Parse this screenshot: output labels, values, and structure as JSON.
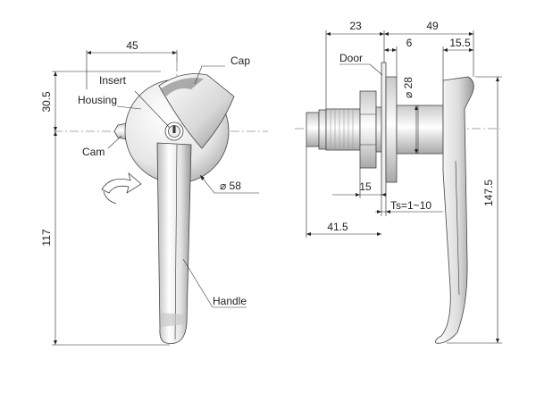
{
  "labels": {
    "cap": "Cap",
    "insert": "Insert",
    "housing": "Housing",
    "cam": "Cam",
    "handle": "Handle",
    "door": "Door"
  },
  "dimensions": {
    "front_width": "45",
    "front_top": "30.5",
    "front_height": "117",
    "housing_dia": "⌀ 58",
    "side_23": "23",
    "side_49": "49",
    "side_6": "6",
    "side_15_5": "15.5",
    "bore_dia": "⌀ 28",
    "side_15": "15",
    "panel_thickness": "Ts=1~10",
    "side_41_5": "41.5",
    "side_height": "147.5"
  },
  "colors": {
    "metal_light": "#f4f4f4",
    "metal_mid": "#d6d6d6",
    "metal_dark": "#9a9a9a",
    "line": "#222222"
  },
  "icons": {
    "rotation": "rotation-arrow-icon",
    "keyhole": "keyhole-icon"
  }
}
